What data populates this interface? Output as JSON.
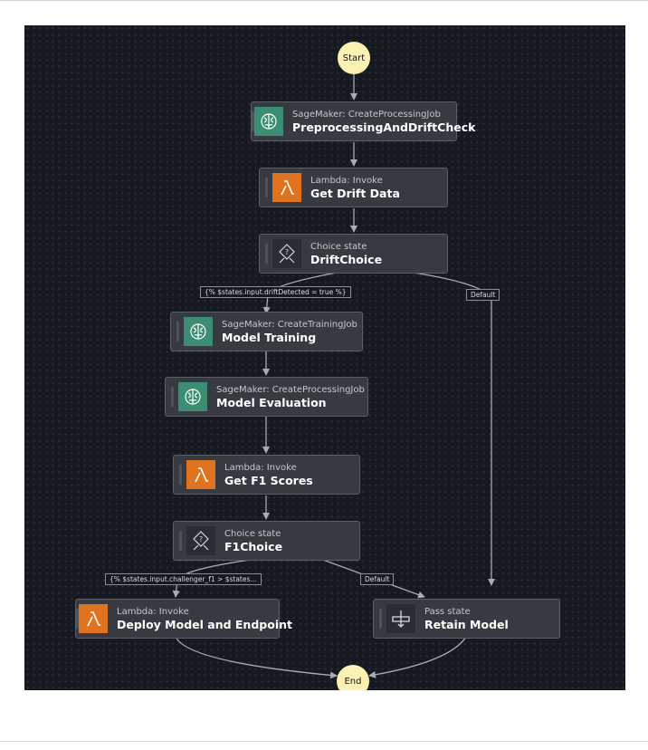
{
  "diagram": {
    "start_label": "Start",
    "end_label": "End",
    "nodes": [
      {
        "id": "preprocess",
        "service": "SageMaker: CreateProcessingJob",
        "name": "PreprocessingAndDriftCheck",
        "icon": "sagemaker-brain-icon",
        "icon_color": "#3b8d74"
      },
      {
        "id": "get-drift",
        "service": "Lambda: Invoke",
        "name": "Get Drift Data",
        "icon": "lambda-icon",
        "icon_color": "#e0731f"
      },
      {
        "id": "drift-choice",
        "service": "Choice state",
        "name": "DriftChoice",
        "icon": "choice-diamond-icon"
      },
      {
        "id": "model-training",
        "service": "SageMaker: CreateTrainingJob",
        "name": "Model Training",
        "icon": "sagemaker-brain-icon",
        "icon_color": "#3b8d74"
      },
      {
        "id": "model-evaluation",
        "service": "SageMaker: CreateProcessingJob",
        "name": "Model Evaluation",
        "icon": "sagemaker-brain-icon",
        "icon_color": "#3b8d74"
      },
      {
        "id": "get-f1",
        "service": "Lambda: Invoke",
        "name": "Get F1 Scores",
        "icon": "lambda-icon",
        "icon_color": "#e0731f"
      },
      {
        "id": "f1-choice",
        "service": "Choice state",
        "name": "F1Choice",
        "icon": "choice-diamond-icon"
      },
      {
        "id": "deploy",
        "service": "Lambda: Invoke",
        "name": "Deploy Model and Endpoint",
        "icon": "lambda-icon",
        "icon_color": "#e0731f"
      },
      {
        "id": "retain",
        "service": "Pass state",
        "name": "Retain Model",
        "icon": "pass-icon"
      }
    ],
    "edge_labels": {
      "drift_true": "{% $states.input.driftDetected = true %}",
      "drift_default": "Default",
      "f1_condition": "{% $states.input.challenger_f1 > $states...",
      "f1_default": "Default"
    },
    "colors": {
      "canvas": "#16191f",
      "node": "#373a40",
      "start_end": "#fbf1b3",
      "edge": "#a9acb1"
    }
  }
}
